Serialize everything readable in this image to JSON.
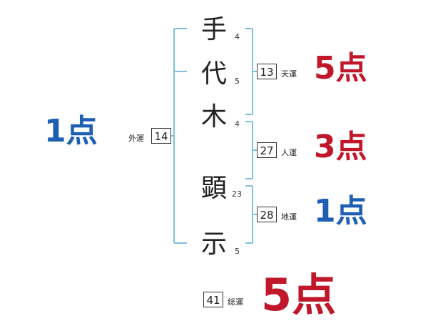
{
  "name_chars": [
    {
      "char": "手",
      "strokes": "4"
    },
    {
      "char": "代",
      "strokes": "5"
    },
    {
      "char": "木",
      "strokes": "4"
    },
    {
      "char": "顕",
      "strokes": "23"
    },
    {
      "char": "示",
      "strokes": "5"
    }
  ],
  "gaiun": {
    "label": "外運",
    "value": "14",
    "score": "1点"
  },
  "tenun": {
    "label": "天運",
    "value": "13",
    "score": "5点"
  },
  "jinun": {
    "label": "人運",
    "value": "27",
    "score": "3点"
  },
  "chiun": {
    "label": "地運",
    "value": "28",
    "score": "1点"
  },
  "souun": {
    "label": "総運",
    "value": "41",
    "score": "5点"
  },
  "colors": {
    "bracket": "#7fbfe0",
    "score_red": "#c0182a",
    "score_blue": "#1e5fb4",
    "text": "#222222"
  }
}
